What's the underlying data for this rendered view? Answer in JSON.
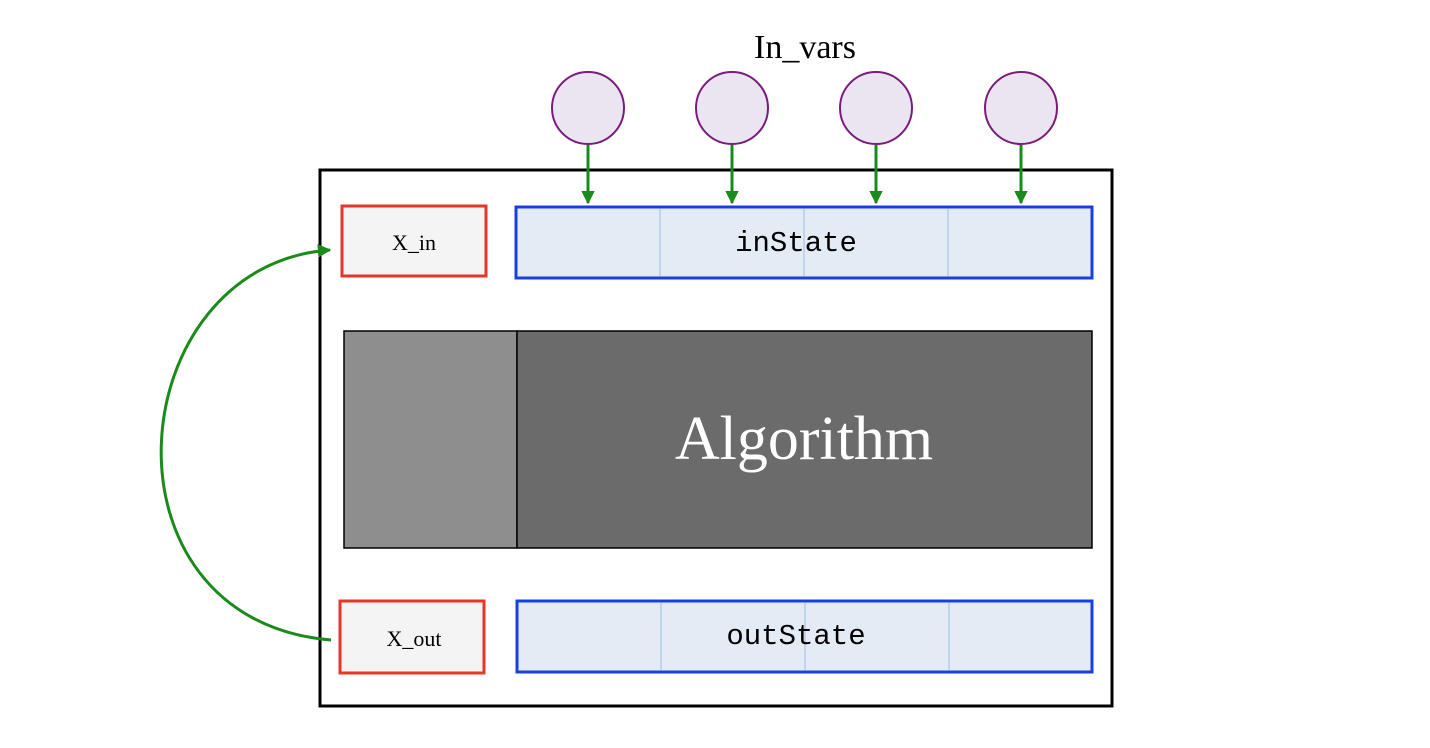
{
  "in_vars": {
    "label": "In_vars",
    "node_count": 4,
    "node_fill": "#ebe5f1",
    "node_stroke": "#7a1c7a"
  },
  "x_in": {
    "label": "X_in"
  },
  "x_out": {
    "label": "X_out"
  },
  "in_state": {
    "label": "inState"
  },
  "out_state": {
    "label": "outState"
  },
  "algorithm": {
    "label": "Algorithm"
  },
  "colors": {
    "arrow": "#1a8a1a",
    "state_border": "#1a3fe0",
    "state_fill": "#e3ebf5",
    "state_divider": "#b8cce4",
    "var_border": "#e8352a",
    "var_fill": "#f4f4f4",
    "algorithm_main": "#6b6b6b",
    "algorithm_side": "#8e8e8e",
    "frame": "#000000"
  }
}
